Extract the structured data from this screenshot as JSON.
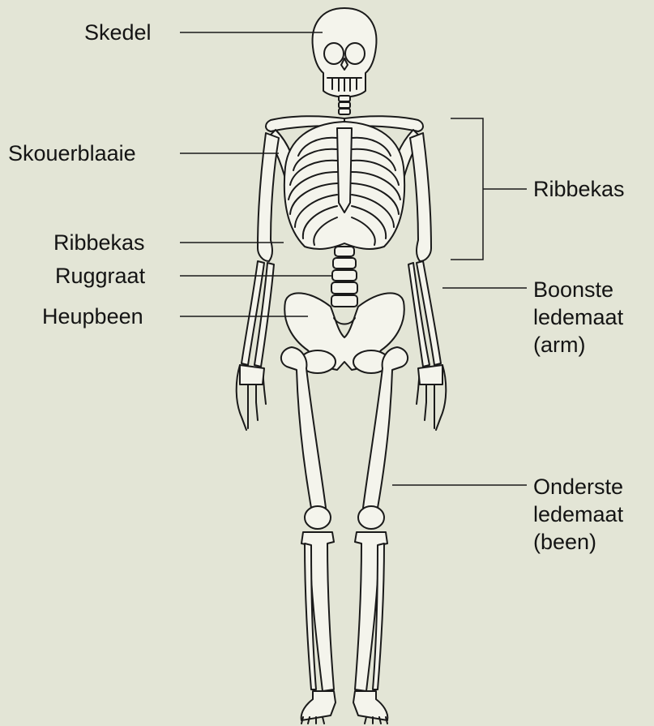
{
  "colors": {
    "background": "#e3e5d6",
    "bone_fill": "#f4f4ec",
    "bone_outline": "#1a1a1a",
    "leader_line": "#1a1a1a",
    "label_text": "#141414"
  },
  "labels": {
    "skull": "Skedel",
    "shoulder_blade": "Skouerblaaie",
    "ribcage_left": "Ribbekas",
    "spine": "Ruggraat",
    "hip_bone": "Heupbeen",
    "ribcage_right": "Ribbekas",
    "upper_limb": [
      "Boonste",
      "ledemaat",
      "(arm)"
    ],
    "lower_limb": [
      "Onderste",
      "ledemaat",
      "(been)"
    ]
  }
}
